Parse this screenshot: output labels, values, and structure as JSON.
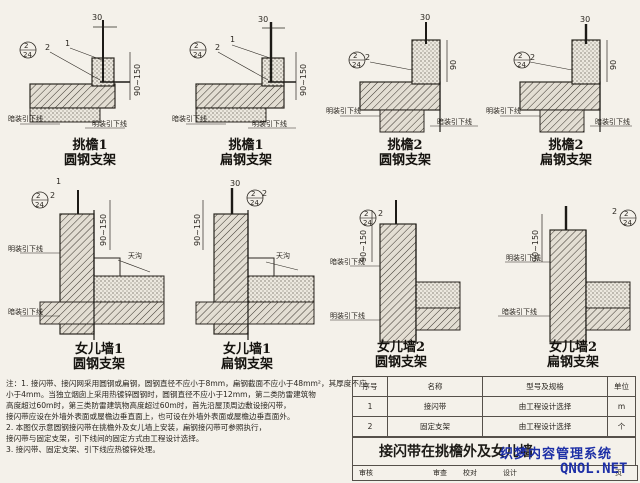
{
  "captions": [
    {
      "title": "挑檐1",
      "subtitle": "圆钢支架"
    },
    {
      "title": "挑檐1",
      "subtitle": "扁钢支架"
    },
    {
      "title": "挑檐2",
      "subtitle": "圆钢支架"
    },
    {
      "title": "挑檐2",
      "subtitle": "扁钢支架"
    },
    {
      "title": "女儿墙1",
      "subtitle": "圆钢支架"
    },
    {
      "title": "女儿墙1",
      "subtitle": "扁钢支架"
    },
    {
      "title": "女儿墙2",
      "subtitle": "圆钢支架"
    },
    {
      "title": "女儿墙2",
      "subtitle": "扁钢支架"
    }
  ],
  "labels": {
    "dark_down": "暗装引下线",
    "exposed_down": "明装引下线",
    "gutter": "天沟",
    "ref_top": "2",
    "ref_bottom": "24",
    "dim_30": "30",
    "dim_90_150": "90~150",
    "dim_90": "90",
    "item_2": "2",
    "item_1": "1"
  },
  "notes": [
    "注：1. 接闪带、接闪网采用圆钢或扁钢，圆钢直径不应小于8mm，扁钢截面不应小于48mm²，其厚度不应",
    "    小于4mm。当独立烟囱上采用热镀锌圆钢时，圆钢直径不应小于12mm，第二类防雷建筑物",
    "    高度超过60m时，第三类防雷建筑物高度超过60m时，首先沿屋顶周边敷设接闪带，",
    "    接闪带应设在外墙外表面或屋檐边垂直面上，也可设在外墙外表面或屋檐边垂直面外。",
    "2. 本图仅示意圆钢接闪带在挑檐外及女儿墙上安装，扁钢接闪带可参照执行，",
    "   接闪带与固定支架，引下线间的固定方式由工程设计选择。",
    "3. 接闪带、固定支架、引下线应热镀锌处理。"
  ],
  "table": {
    "headers": [
      "序号",
      "名称",
      "型号及规格",
      "单位"
    ],
    "rows": [
      {
        "no": "1",
        "name": "接闪带",
        "spec": "由工程设计选择",
        "unit": "m"
      },
      {
        "no": "2",
        "name": "固定支架",
        "spec": "由工程设计选择",
        "unit": "个"
      }
    ]
  },
  "title_block": {
    "title": "接闪带在挑檐外及女儿墙",
    "sign_labels": [
      "审核",
      "审查",
      "校对",
      "设计",
      "页"
    ]
  },
  "watermark": {
    "line1": "织梦内容管理系统",
    "line2": "QNOL.NET"
  },
  "colors": {
    "ink": "#1c1a16",
    "red": "#d2232a",
    "watermark": "#1d2fa6",
    "paper": "#f4f1ea"
  }
}
